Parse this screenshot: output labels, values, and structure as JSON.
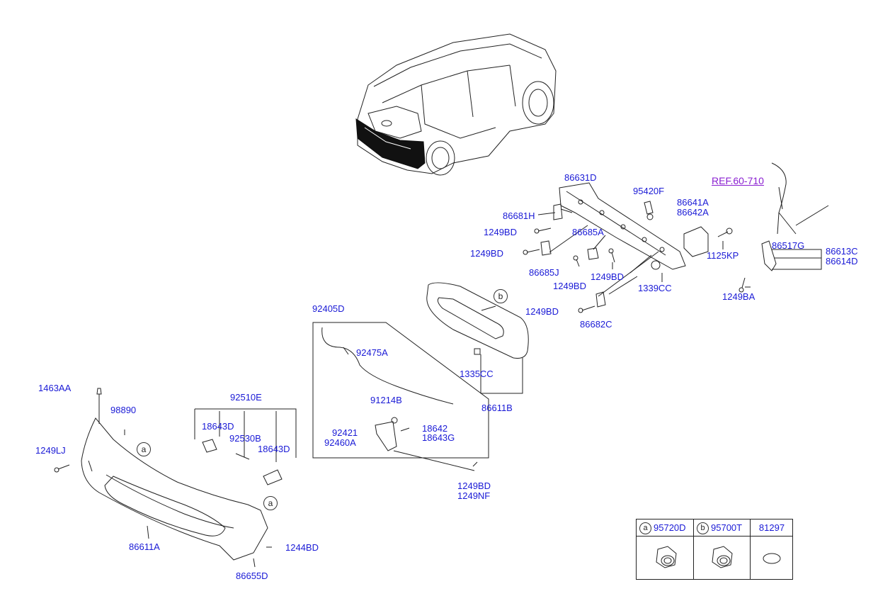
{
  "diagram": {
    "ref_label": "REF.60-710",
    "parts": [
      {
        "id": "p86631D",
        "code": "86631D"
      },
      {
        "id": "p95420F",
        "code": "95420F"
      },
      {
        "id": "p86641A",
        "code": "86641A"
      },
      {
        "id": "p86642A",
        "code": "86642A"
      },
      {
        "id": "p86681H",
        "code": "86681H"
      },
      {
        "id": "p1249BD_a",
        "code": "1249BD"
      },
      {
        "id": "p86685A",
        "code": "86685A"
      },
      {
        "id": "p1249BD_b",
        "code": "1249BD"
      },
      {
        "id": "p86685J",
        "code": "86685J"
      },
      {
        "id": "p1249BD_c",
        "code": "1249BD"
      },
      {
        "id": "p1249BD_d",
        "code": "1249BD"
      },
      {
        "id": "p1125KP",
        "code": "1125KP"
      },
      {
        "id": "p86517G",
        "code": "86517G"
      },
      {
        "id": "p86613C",
        "code": "86613C"
      },
      {
        "id": "p86614D",
        "code": "86614D"
      },
      {
        "id": "p1339CC",
        "code": "1339CC"
      },
      {
        "id": "p1249BA",
        "code": "1249BA"
      },
      {
        "id": "p1249BD_e",
        "code": "1249BD"
      },
      {
        "id": "p86682C",
        "code": "86682C"
      },
      {
        "id": "p92405D",
        "code": "92405D"
      },
      {
        "id": "p92475A",
        "code": "92475A"
      },
      {
        "id": "p1335CC",
        "code": "1335CC"
      },
      {
        "id": "p86611B",
        "code": "86611B"
      },
      {
        "id": "p91214B",
        "code": "91214B"
      },
      {
        "id": "p92421",
        "code": "92421"
      },
      {
        "id": "p92460A",
        "code": "92460A"
      },
      {
        "id": "p18642",
        "code": "18642"
      },
      {
        "id": "p18643G",
        "code": "18643G"
      },
      {
        "id": "p1249BD_f",
        "code": "1249BD"
      },
      {
        "id": "p1249NF",
        "code": "1249NF"
      },
      {
        "id": "p1463AA",
        "code": "1463AA"
      },
      {
        "id": "p98890",
        "code": "98890"
      },
      {
        "id": "p92510E",
        "code": "92510E"
      },
      {
        "id": "p18643D_a",
        "code": "18643D"
      },
      {
        "id": "p92530B",
        "code": "92530B"
      },
      {
        "id": "p18643D_b",
        "code": "18643D"
      },
      {
        "id": "p1249LJ",
        "code": "1249LJ"
      },
      {
        "id": "p86611A",
        "code": "86611A"
      },
      {
        "id": "p1244BD",
        "code": "1244BD"
      },
      {
        "id": "p86655D",
        "code": "86655D"
      }
    ],
    "callouts": [
      "b",
      "a",
      "a"
    ]
  },
  "legend": {
    "columns": [
      {
        "mark": "a",
        "code": "95720D"
      },
      {
        "mark": "b",
        "code": "95700T"
      },
      {
        "mark": "",
        "code": "81297"
      }
    ]
  },
  "colors": {
    "label": "#1a1ad6",
    "ref": "#8a1fd1",
    "line": "#222222"
  }
}
